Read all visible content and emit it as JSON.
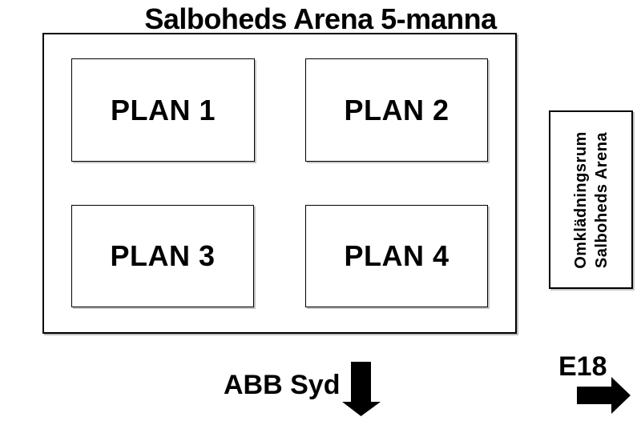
{
  "title": "Salboheds Arena 5-manna",
  "arena": {
    "name": "arena-outline",
    "fields": [
      {
        "label": "PLAN 1"
      },
      {
        "label": "PLAN 2"
      },
      {
        "label": "PLAN 3"
      },
      {
        "label": "PLAN 4"
      }
    ]
  },
  "changing_room": {
    "line1": "Omklädningsrum",
    "line2": "Salboheds Arena"
  },
  "directions": {
    "south_label": "ABB Syd",
    "south_icon": "arrow-down-icon",
    "east_label": "E18",
    "east_icon": "arrow-right-icon"
  },
  "colors": {
    "foreground": "#000000",
    "background": "#ffffff"
  }
}
